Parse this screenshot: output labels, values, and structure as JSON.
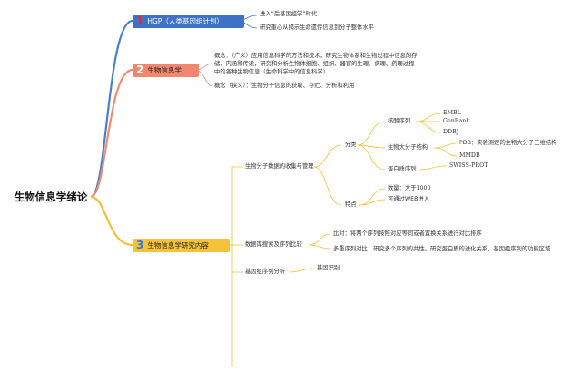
{
  "root": {
    "label": "生物信息学绪论"
  },
  "topics": [
    {
      "number": "1",
      "label": "HGP（人类基因组计划）",
      "color": "#3d72c6",
      "children": [
        "进入“后基因组学”时代",
        "研究重心从揭示生命遗传信息到分子整体水平"
      ]
    },
    {
      "number": "2",
      "label": "生物信息学",
      "color": "#f0876e",
      "children": [
        "概念：（广义）应用信息科学的方法和技术，研究生物体系和生物过程中信息的存储、内涵和传递，研究和分析生物体细胞、组织、器官的生理、病理、药理过程中的各种生物信息（生命科学中的信息科学）",
        "概念（狭义）：生物分子信息的获取、存贮、分析和利用"
      ]
    },
    {
      "number": "3",
      "label": "生物信息学研究内容",
      "color": "#f5c23a",
      "collection": {
        "label": "生物分子数据的收集与管理",
        "classify": {
          "label": "分类",
          "nucleic": {
            "label": "核酸序列",
            "items": [
              "EMBL",
              "GenBank",
              "DDBJ"
            ]
          },
          "macro": {
            "label": "生物大分子结构",
            "items": [
              "PDB：实验测定的生物大分子三维结构",
              "MMDB"
            ]
          },
          "protein": {
            "label": "蛋白质序列",
            "items": [
              "SWISS-PROT"
            ]
          }
        },
        "features": {
          "label": "特点",
          "items": [
            "数量：大于1000",
            "可通过WEB进入"
          ]
        }
      },
      "search": {
        "label": "数据库搜索及序列比较",
        "items": [
          "比对：将两个序列按照对应等同或者置换关系进行对比排序",
          "多重序列对比：研究多个序列的共性。研究蛋白质的进化关系，基因组序列的功能区域"
        ]
      },
      "genome": {
        "label": "基因组序列分析",
        "items": [
          "基因识别"
        ]
      }
    }
  ]
}
